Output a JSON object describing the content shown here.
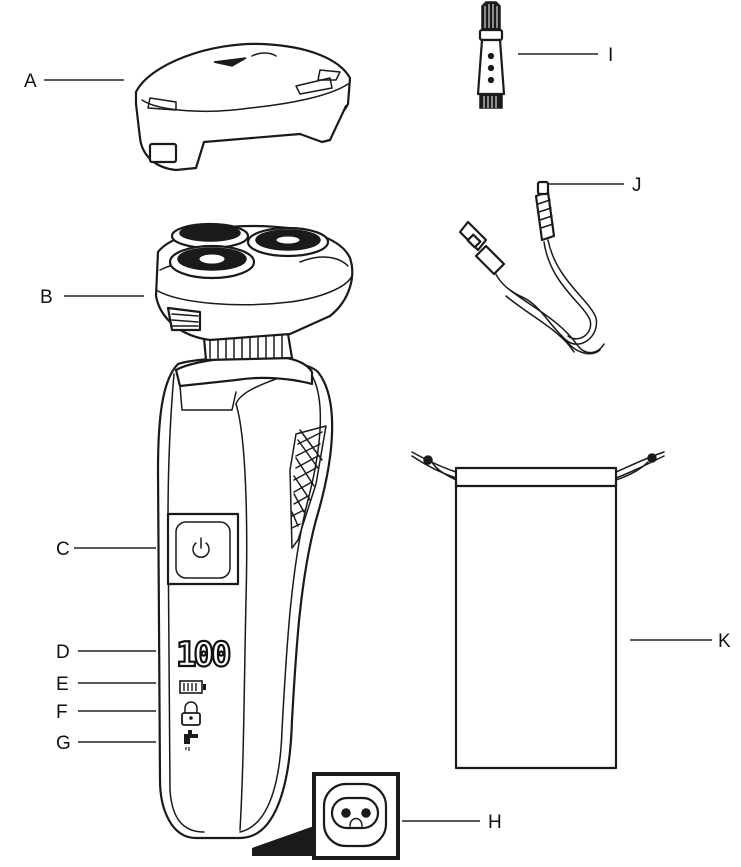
{
  "labels": {
    "a": "A",
    "b": "B",
    "c": "C",
    "d": "D",
    "e": "E",
    "f": "F",
    "g": "G",
    "h": "H",
    "i": "I",
    "j": "J",
    "k": "K"
  },
  "display": {
    "reading": "100"
  },
  "icons": {
    "power": "power-icon",
    "battery": "battery-icon",
    "lock": "padlock-icon",
    "tap": "water-tap-icon"
  },
  "colors": {
    "ink": "#1a1a1a",
    "paper": "#ffffff"
  }
}
